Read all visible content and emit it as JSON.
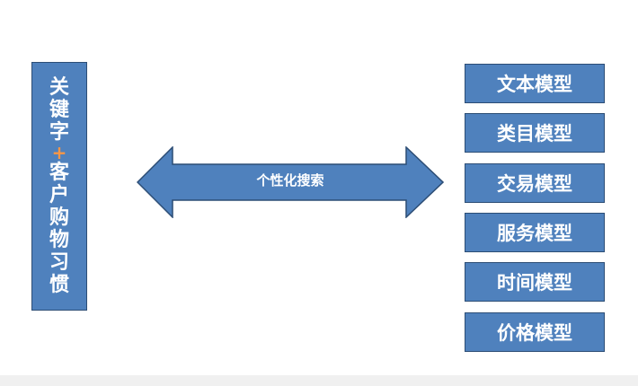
{
  "left": {
    "chars_top": [
      "关",
      "键",
      "字"
    ],
    "plus": "+",
    "chars_bottom": [
      "客",
      "户",
      "购",
      "物",
      "习",
      "惯"
    ]
  },
  "arrow": {
    "label": "个性化搜索"
  },
  "models": [
    "文本模型",
    "类目模型",
    "交易模型",
    "服务模型",
    "时间模型",
    "价格模型"
  ],
  "colors": {
    "box_fill": "#4f81bd",
    "box_border": "#2c4d75",
    "plus": "#f79646"
  }
}
